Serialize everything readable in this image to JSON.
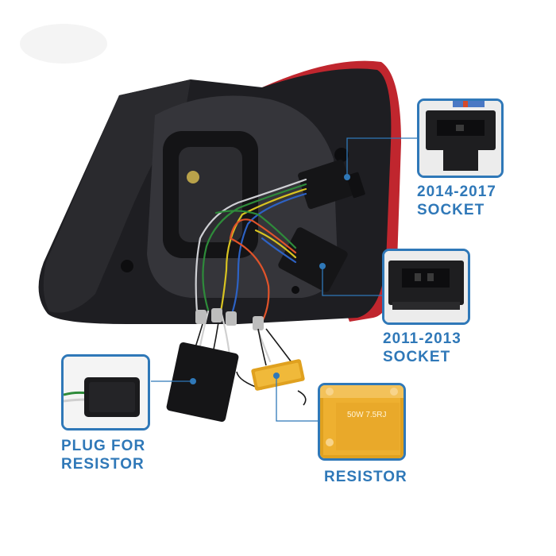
{
  "callouts": [
    {
      "id": "socket-2014",
      "label": "2014-2017\nSOCKET"
    },
    {
      "id": "socket-2011",
      "label": "2011-2013\nSOCKET"
    },
    {
      "id": "plug-resistor",
      "label": "PLUG FOR\nRESISTOR"
    },
    {
      "id": "resistor",
      "label": "RESISTOR"
    }
  ],
  "resistor_marking": "50W 7.5RJ",
  "colors": {
    "accent": "#2f78b8",
    "housing": "#1e1e22",
    "red_edge": "#c0262e",
    "resistor_gold": "#e0a11f"
  }
}
